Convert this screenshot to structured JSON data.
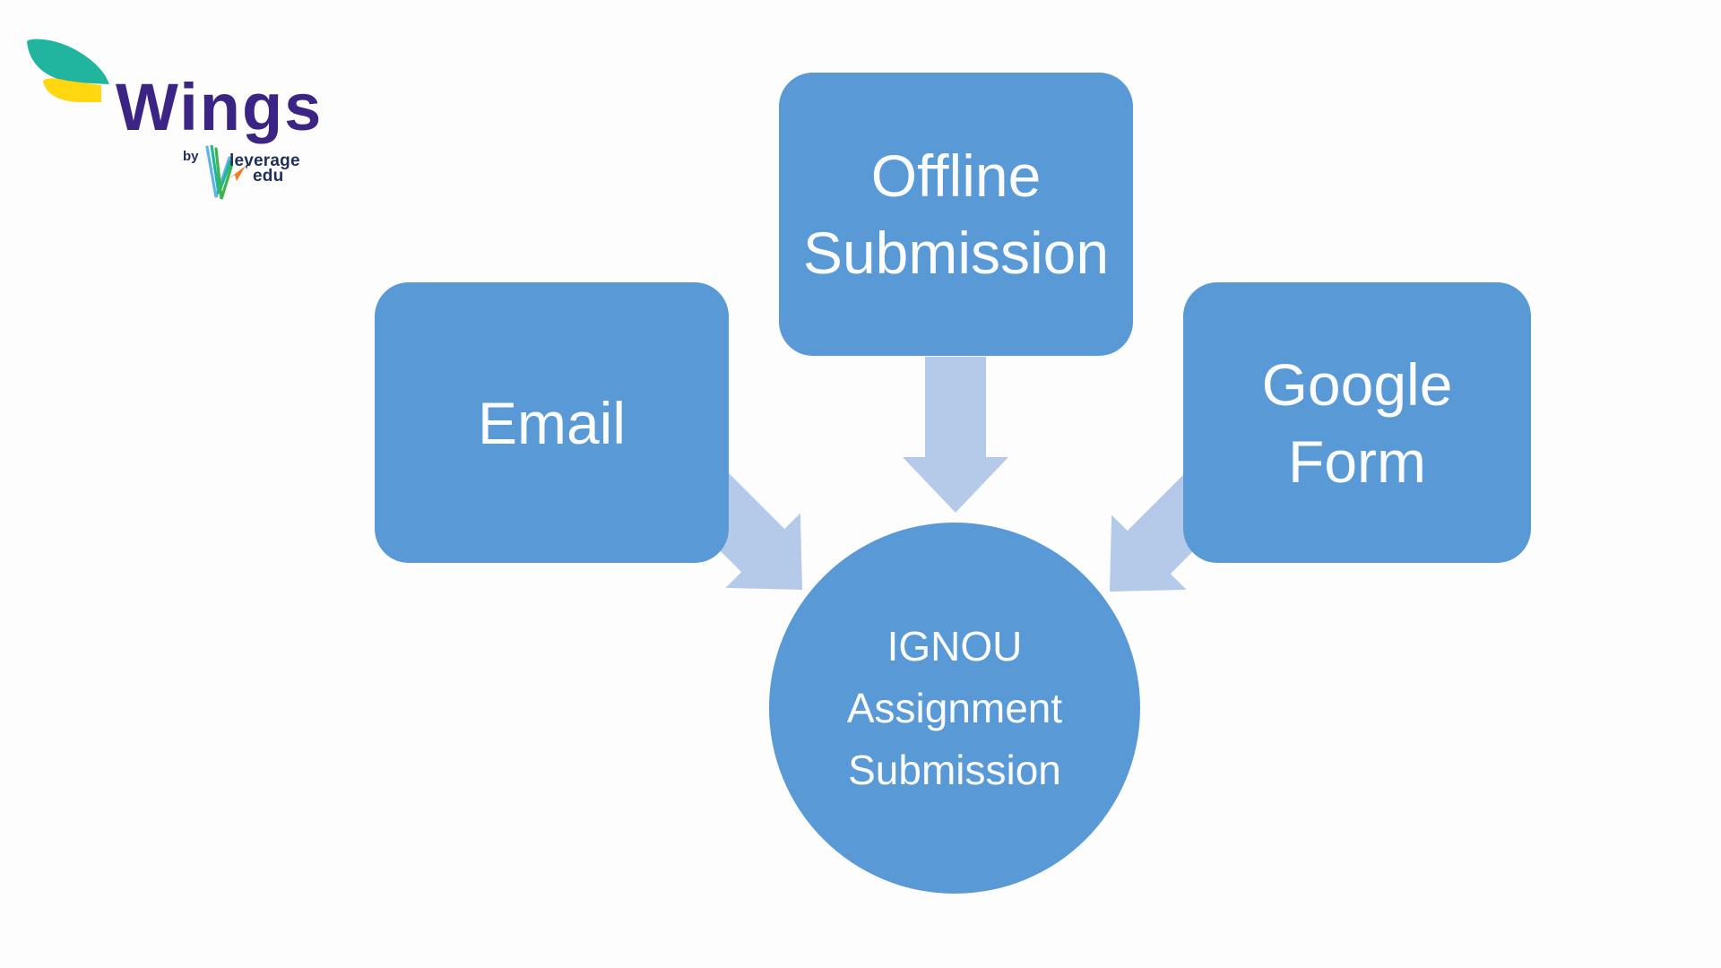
{
  "page": {
    "background": "#FDFDFD"
  },
  "logo": {
    "brand": "Wings",
    "by": "by",
    "partner_line1": "leverage",
    "partner_line2": "edu"
  },
  "colors": {
    "node_fill": "#5999D6",
    "node_text": "#FFFFFF",
    "arrow_fill": "#B5CAE8",
    "brand_purple": "#3B2483",
    "wing_teal": "#21B5A0",
    "wing_yellow": "#FFD60F",
    "partner_navy": "#1E2F5C",
    "pencil_blue": "#5FB4E5",
    "pencil_teal": "#21B5A0",
    "pencil_green": "#3CB54A",
    "rocket_orange": "#F47B20"
  },
  "diagram": {
    "sources": [
      {
        "id": "email",
        "label": "Email"
      },
      {
        "id": "offline",
        "label": "Offline Submission"
      },
      {
        "id": "google",
        "label": "Google Form"
      }
    ],
    "target": {
      "label": "IGNOU Assignment Submission"
    }
  }
}
